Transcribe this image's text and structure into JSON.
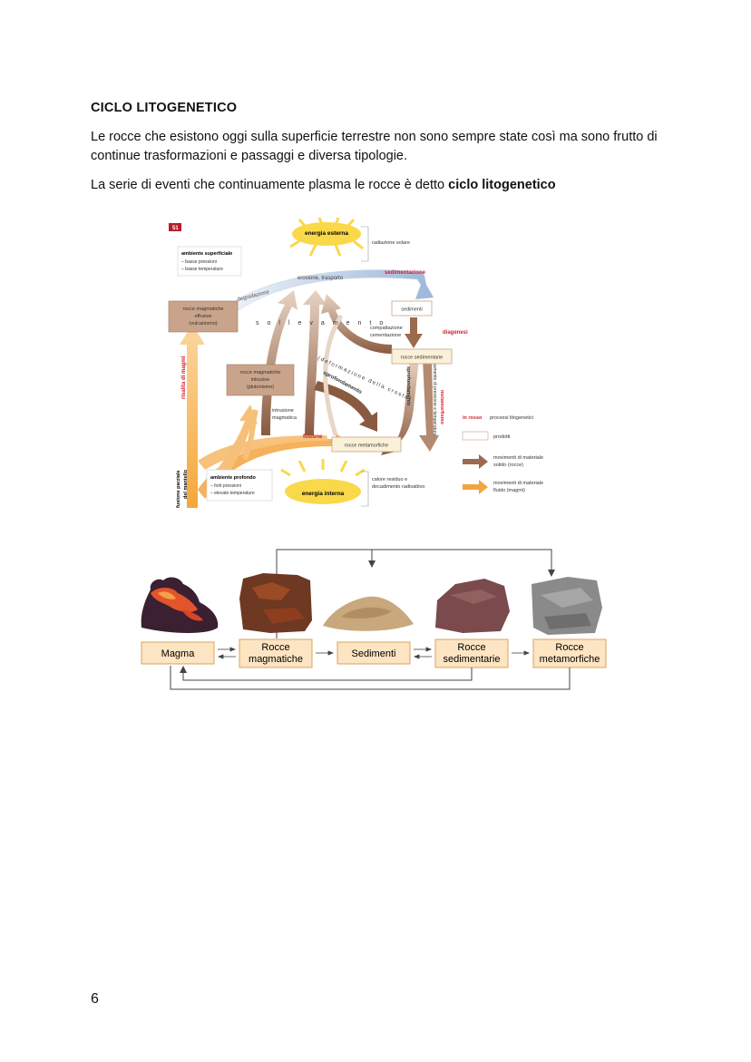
{
  "heading": "CICLO LITOGENETICO",
  "paragraphs": {
    "p1": "Le rocce che esistono oggi sulla superficie terrestre non sono sempre state così ma sono frutto di continue trasformazioni e passaggi e diversa tipologie.",
    "p2_prefix": "La serie di eventi che continuamente plasma le rocce è detto ",
    "p2_bold": "ciclo litogenetico"
  },
  "figure1": {
    "badge": "51",
    "energia_esterna": "energia esterna",
    "radiazione_solare": "radiazione solare",
    "ambiente_superficiale": "ambiente superficiale",
    "basse_pressioni": "– basse pressioni",
    "basse_temperature": "– basse temperature",
    "degradazione": "degradazione",
    "erosione_trasporto": "erosione, trasporto",
    "sedimentazione": "sedimentazione",
    "rocce_effusive_1": "rocce magmatiche",
    "rocce_effusive_2": "effusive",
    "rocce_effusive_3": "(vulcanismo)",
    "sedimenti": "sedimenti",
    "sollevamento": "sollevamento",
    "compattazione": "compattazione",
    "cementazione": "cementazione",
    "diagenesi": "diagenesi",
    "rocce_sedimentarie": "rocce sedimentarie",
    "risalita_magmi": "risalita di magmi",
    "rocce_intrusive_1": "rocce magmatiche",
    "rocce_intrusive_2": "intrusive",
    "rocce_intrusive_3": "(plutonismo)",
    "deformazione": "(deformazione della crosta)",
    "sprofondamento": "sprofondamento",
    "sprofondamento2": "sprofondamento",
    "metamorfismo": "metamorfismo",
    "aumento": "aumento di pressione e temperatura",
    "intrusione_1": "intrusione",
    "intrusione_2": "magmatica",
    "fusione": "fusione",
    "rocce_metamorfiche": "rocce metamorfiche",
    "fusione_parziale_1": "fusione parziale",
    "fusione_parziale_2": "del mantello",
    "ambiente_profondo": "ambiente profondo",
    "forti_pressioni": "– forti pressioni",
    "elevate_temperature": "– elevate temperature",
    "energia_interna": "energia interna",
    "calore_1": "calore residuo e",
    "calore_2": "decadimento radioattivo",
    "legend_in_rosso": "in rosso",
    "legend_processi": "processi litogenetici",
    "legend_prodotti": "prodotti",
    "legend_solido_1": "movimenti di materiale",
    "legend_solido_2": "solido (rocce)",
    "legend_fluido_1": "movimenti di materiale",
    "legend_fluido_2": "fluido (magmi)",
    "colors": {
      "sun": "#f9d84a",
      "magma_arrow": "#f0a640",
      "rock_arrow": "#9b6b4f",
      "accent_red": "#d1212e",
      "box_fill": "#fbf0d8",
      "box_dark": "#c9a48a"
    }
  },
  "figure2": {
    "boxes": {
      "magma": "Magma",
      "magmatiche_1": "Rocce",
      "magmatiche_2": "magmatiche",
      "sedimenti": "Sedimenti",
      "sedimentarie_1": "Rocce",
      "sedimentarie_2": "sedimentarie",
      "metamorfiche_1": "Rocce",
      "metamorfiche_2": "metamorfiche"
    },
    "colors": {
      "box_fill": "#fde4c2",
      "box_border": "#d8a55c"
    }
  },
  "page_number": "6"
}
